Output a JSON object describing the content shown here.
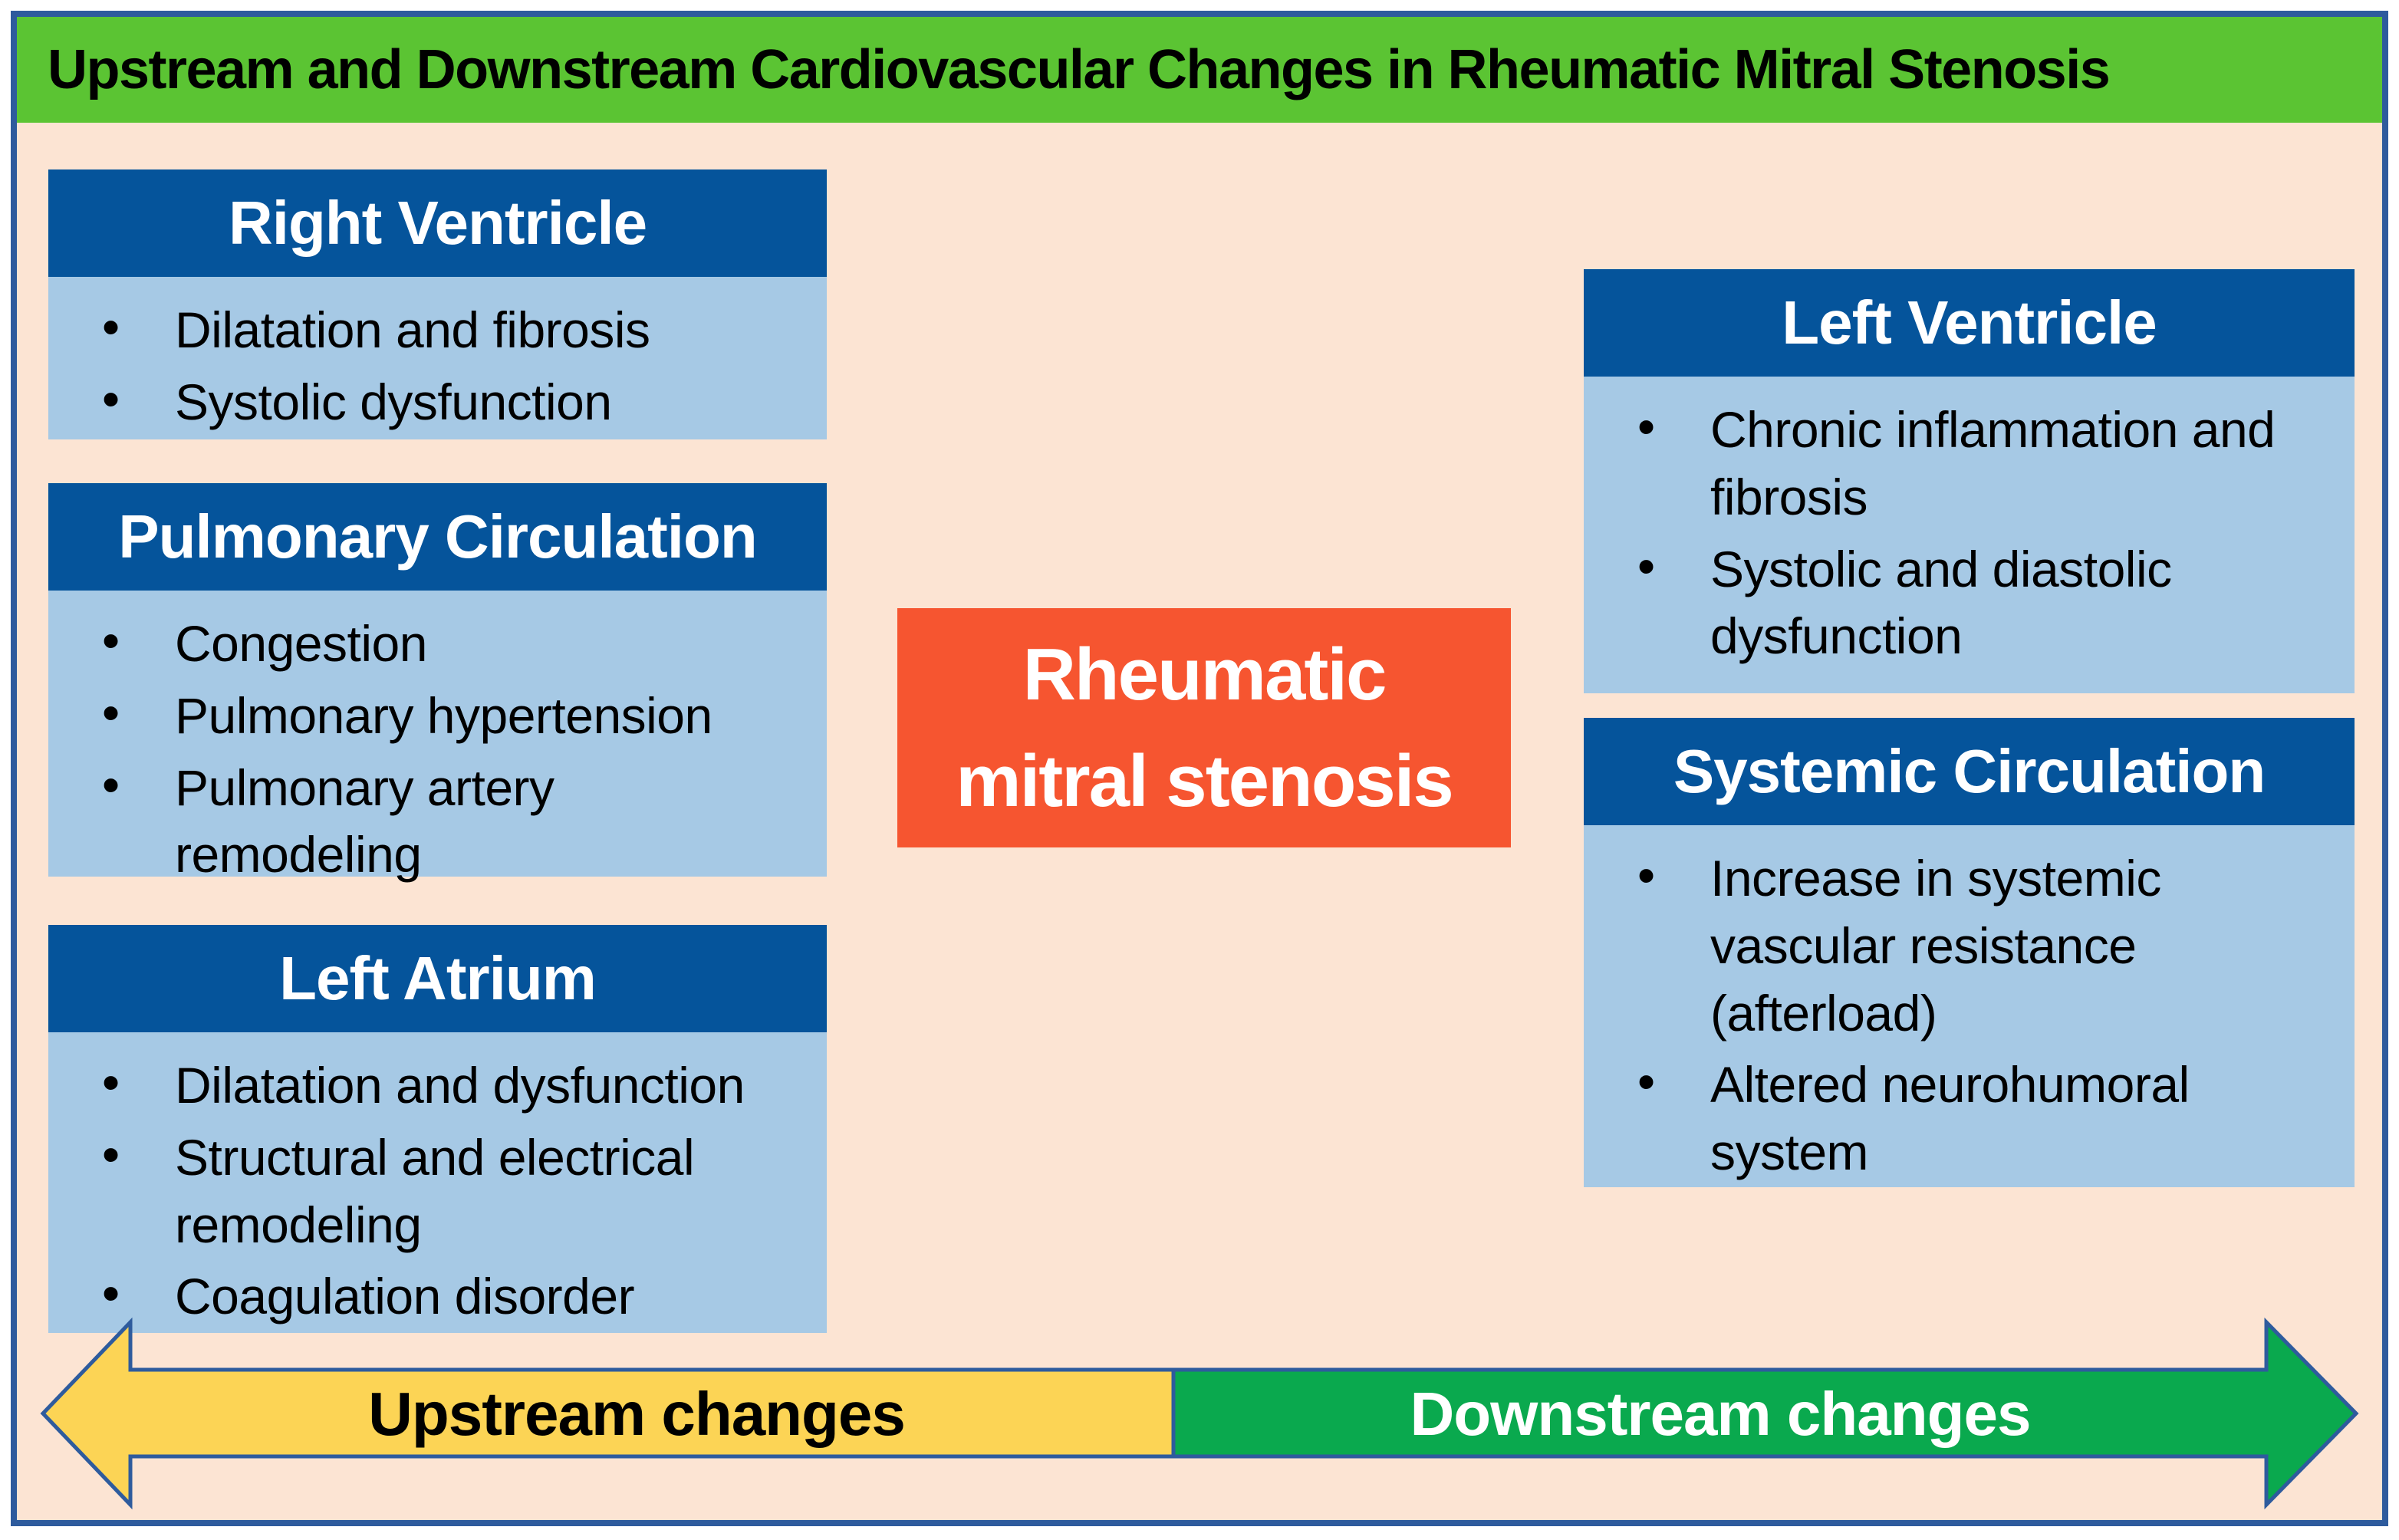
{
  "title": "Upstream and Downstream Cardiovascular Changes in Rheumatic Mitral Stenosis",
  "center": {
    "label": "Rheumatic\nmitral stenosis"
  },
  "left_boxes": [
    {
      "header": "Right Ventricle",
      "bullets": [
        "Dilatation and fibrosis",
        "Systolic dysfunction"
      ]
    },
    {
      "header": "Pulmonary Circulation",
      "bullets": [
        "Congestion",
        "Pulmonary hypertension",
        "Pulmonary artery\nremodeling"
      ]
    },
    {
      "header": "Left Atrium",
      "bullets": [
        "Dilatation and dysfunction",
        "Structural and electrical\nremodeling",
        "Coagulation disorder"
      ]
    }
  ],
  "right_boxes": [
    {
      "header": "Left Ventricle",
      "bullets": [
        "Chronic inflammation and\nfibrosis",
        "Systolic and diastolic\ndysfunction"
      ]
    },
    {
      "header": "Systemic Circulation",
      "bullets": [
        "Increase in systemic\nvascular resistance\n(afterload)",
        "Altered neurohumoral\nsystem"
      ]
    }
  ],
  "arrow": {
    "left_label": "Upstream changes",
    "right_label": "Downstream changes"
  },
  "colors": {
    "title_bar_green": "#5BC433",
    "panel_header_blue": "#05549B",
    "panel_body_blue": "#A6C9E5",
    "background_peach": "#FCE4D3",
    "center_box_orange": "#F65530",
    "upstream_arrow_yellow": "#FCD455",
    "downstream_arrow_green": "#0AA94E",
    "border_blue": "#2E5B9D",
    "title_text": "#000000",
    "header_text": "#FFFFFF"
  }
}
